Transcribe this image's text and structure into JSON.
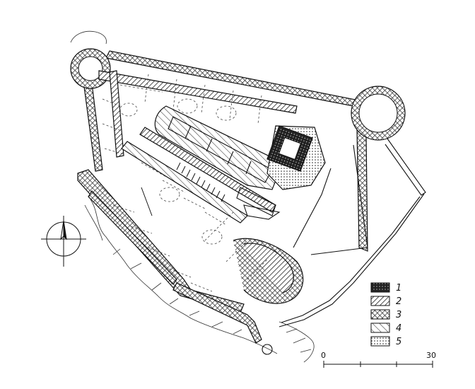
{
  "legend": {
    "items": [
      {
        "label": "1",
        "pattern": "dense-black"
      },
      {
        "label": "2",
        "pattern": "diagonal-hatch"
      },
      {
        "label": "3",
        "pattern": "cross-hatch"
      },
      {
        "label": "4",
        "pattern": "wide-diagonal"
      },
      {
        "label": "5",
        "pattern": "dots"
      }
    ]
  },
  "scale_bar": {
    "start_label": "0",
    "end_label": "30"
  },
  "north_arrow": {
    "icon": "north-arrow-icon"
  }
}
